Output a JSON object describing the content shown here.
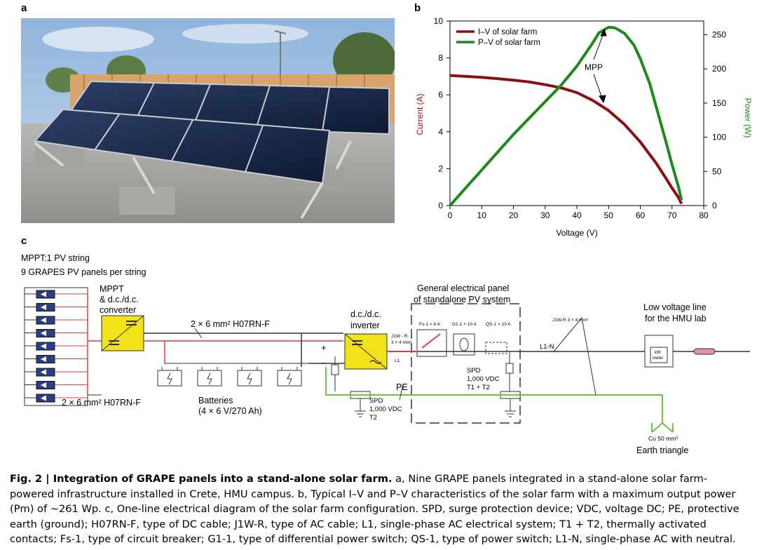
{
  "panels": {
    "a": "a",
    "b": "b",
    "c": "c"
  },
  "colors": {
    "iv": "#8b0f0f",
    "pv": "#1a8a1a",
    "cable_red": "#e23b3b",
    "pe_green": "#6cc24a",
    "converter": "#f2e21a"
  },
  "chart_data": {
    "type": "line",
    "xlabel": "Voltage (V)",
    "ylabel": "Current (A)",
    "y2label": "Power (W)",
    "xlim": [
      0,
      80
    ],
    "ylim": [
      0,
      10
    ],
    "y2lim": [
      0,
      270
    ],
    "xticks": [
      0,
      10,
      20,
      30,
      40,
      50,
      60,
      70,
      80
    ],
    "yticks": [
      0,
      2,
      4,
      6,
      8,
      10
    ],
    "y2ticks": [
      0,
      50,
      100,
      150,
      200,
      250
    ],
    "legend_position": "top-left",
    "series": [
      {
        "name": "I–V of solar farm",
        "axis": "left",
        "color": "#8b0f0f",
        "x": [
          0,
          5,
          10,
          15,
          20,
          25,
          30,
          35,
          40,
          45,
          50,
          55,
          60,
          65,
          68,
          70,
          72,
          73
        ],
        "y": [
          7.05,
          7.0,
          6.95,
          6.88,
          6.8,
          6.7,
          6.55,
          6.38,
          6.12,
          5.7,
          5.15,
          4.4,
          3.45,
          2.3,
          1.5,
          0.95,
          0.45,
          0.1
        ]
      },
      {
        "name": "P–V of solar farm",
        "axis": "right",
        "color": "#1a8a1a",
        "x": [
          0,
          5,
          10,
          15,
          20,
          25,
          30,
          35,
          40,
          45,
          47,
          50,
          52,
          55,
          58,
          60,
          63,
          65,
          68,
          70,
          72,
          73
        ],
        "y": [
          0,
          26,
          52,
          78,
          104,
          128,
          152,
          176,
          204,
          238,
          253,
          261,
          260,
          252,
          235,
          215,
          178,
          145,
          95,
          60,
          28,
          8
        ]
      }
    ],
    "annotations": [
      {
        "text": "MPP"
      }
    ]
  },
  "diagram": {
    "mppt_line1": "MPPT:1 PV string",
    "mppt_line2": "9 GRAPES PV panels per string",
    "converter_label": [
      "MPPT",
      "& d.c./d.c.",
      "converter"
    ],
    "cable_top": "2 × 6 mm² H07RN-F",
    "cable_bottom": "2 × 6 mm² H07RN-F",
    "batteries": [
      "Batteries",
      "(4 × 6 V/270 Ah)"
    ],
    "inverter_label": [
      "d.c./d.c.",
      "inverter"
    ],
    "panel_title": [
      "General electrical panel",
      "of standalone PV system"
    ],
    "fs": "Fs-1 × 6 A",
    "g1": "G1-1 × 10 A",
    "qs": "QS-1 × 10 A",
    "j1w_small": [
      "J1W - R",
      "3 × 4 mm²"
    ],
    "l1": "L1",
    "spd_inner": [
      "SPD",
      "1,000 VDC",
      "T1 + T2"
    ],
    "spd_left": [
      "SPD",
      "1,000 VDC",
      "T2"
    ],
    "pe": "PE",
    "j1w_right": "J1W-R 3 × 4 mm²",
    "l1n": "L1-N",
    "low_voltage": [
      "Low voltage line",
      "for the HMU lab"
    ],
    "kw_meter": [
      "kW",
      "meter"
    ],
    "earth_cable": "Cu 50 mm²",
    "earth_triangle": "Earth triangle",
    "plus": "+",
    "minus": "−"
  },
  "caption": {
    "lead": "Fig. 2 | Integration of GRAPE panels into a stand-alone solar farm.",
    "body": " a, Nine GRAPE panels integrated in a stand-alone solar farm-powered infrastructure installed in Crete, HMU campus. b, Typical I–V and P–V characteristics of the solar farm with a maximum output power (Pm) of ~261 Wp. c, One-line electrical diagram of the solar farm configuration. SPD, surge protection device; VDC, voltage DC; PE, protective earth (ground); H07RN-F, type of DC cable; J1W-R, type of AC cable; L1, single-phase AC electrical system; T1 + T2, thermally activated contacts; Fs-1, type of circuit breaker; G1-1, type of differential power switch; QS-1, type of power switch; L1-N, single-phase AC with neutral."
  }
}
